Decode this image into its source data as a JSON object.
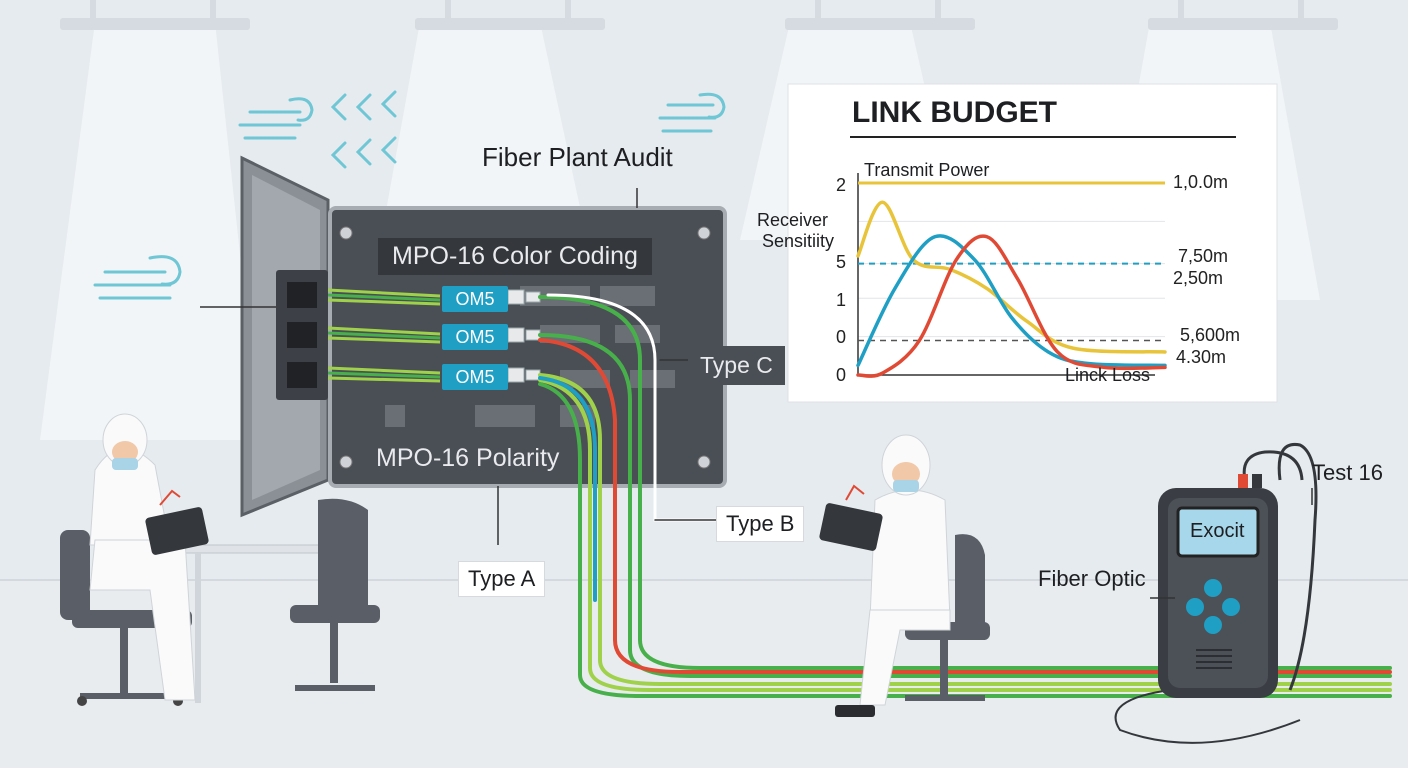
{
  "diagram": {
    "title": "Fiber Plant Audit",
    "panel_labels": {
      "color_coding": "MPO-16 Color Coding",
      "polarity": "MPO-16 Polarity"
    },
    "connector_labels": [
      "OM5",
      "OM5",
      "OM5"
    ],
    "polarity_types": {
      "a": "Type A",
      "b": "Type B",
      "c": "Type C"
    },
    "tester": {
      "screen_text": "Exocit",
      "cable_label": "Test 16",
      "device_label": "Fiber Optic"
    }
  },
  "colors": {
    "green": "#48b04a",
    "lime": "#9fd24a",
    "red": "#e04a35",
    "teal": "#1f9fc4",
    "yellow": "#e8c43a",
    "panel": "#4a4e55"
  },
  "chart_data": {
    "type": "line",
    "title": "LINK BUDGET",
    "y_tick_labels": [
      "2",
      "5",
      "1",
      "0",
      "0"
    ],
    "annotations": {
      "transmit_power": "Transmit Power",
      "receiver_sensitivity_line1": "Receiver",
      "receiver_sensitivity_line2": "Sensitiity",
      "link_loss": "Linck Loss"
    },
    "right_labels": [
      "1,0.0m",
      "7,50m",
      "2,50m",
      "5,600m",
      "4.30m"
    ],
    "series": [
      {
        "color": "#e8c43a",
        "points": [
          [
            0,
            0.62
          ],
          [
            0.08,
            0.9
          ],
          [
            0.18,
            0.6
          ],
          [
            0.3,
            0.55
          ],
          [
            0.42,
            0.45
          ],
          [
            0.55,
            0.28
          ],
          [
            0.7,
            0.14
          ],
          [
            1,
            0.12
          ]
        ]
      },
      {
        "color": "#1f9fc4",
        "points": [
          [
            0,
            0.05
          ],
          [
            0.12,
            0.45
          ],
          [
            0.25,
            0.72
          ],
          [
            0.38,
            0.6
          ],
          [
            0.5,
            0.3
          ],
          [
            0.62,
            0.12
          ],
          [
            0.75,
            0.06
          ],
          [
            1,
            0.05
          ]
        ]
      },
      {
        "color": "#e04a35",
        "points": [
          [
            0,
            0.0
          ],
          [
            0.08,
            0.01
          ],
          [
            0.2,
            0.18
          ],
          [
            0.32,
            0.6
          ],
          [
            0.42,
            0.72
          ],
          [
            0.52,
            0.5
          ],
          [
            0.65,
            0.12
          ],
          [
            0.8,
            0.04
          ],
          [
            1,
            0.04
          ]
        ]
      }
    ],
    "reference_lines": [
      {
        "style": "solid-yellow",
        "y": 1.0
      },
      {
        "style": "dashed-teal",
        "y": 0.58
      },
      {
        "style": "dashed-gray",
        "y": 0.18
      }
    ]
  }
}
